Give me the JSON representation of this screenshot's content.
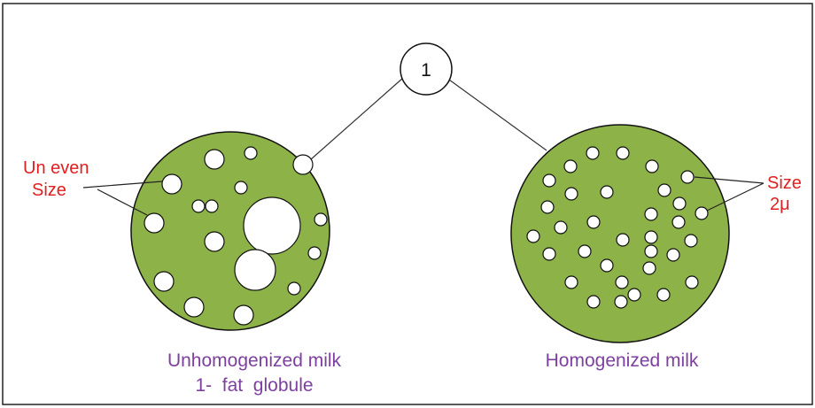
{
  "node": {
    "label": "1"
  },
  "left_panel": {
    "annotation_line1": "Un even",
    "annotation_line2": "Size",
    "caption_line1": "Unhomogenized milk",
    "caption_line2": "1-  fat  globule"
  },
  "right_panel": {
    "annotation_line1": "Size",
    "annotation_line2": "2μ",
    "caption": "Homogenized milk"
  },
  "colors": {
    "disk_fill": "#8db348",
    "outline": "#111111",
    "annotation_text": "#e02020",
    "caption_text": "#7d3fa0",
    "globule_fill": "#ffffff"
  }
}
